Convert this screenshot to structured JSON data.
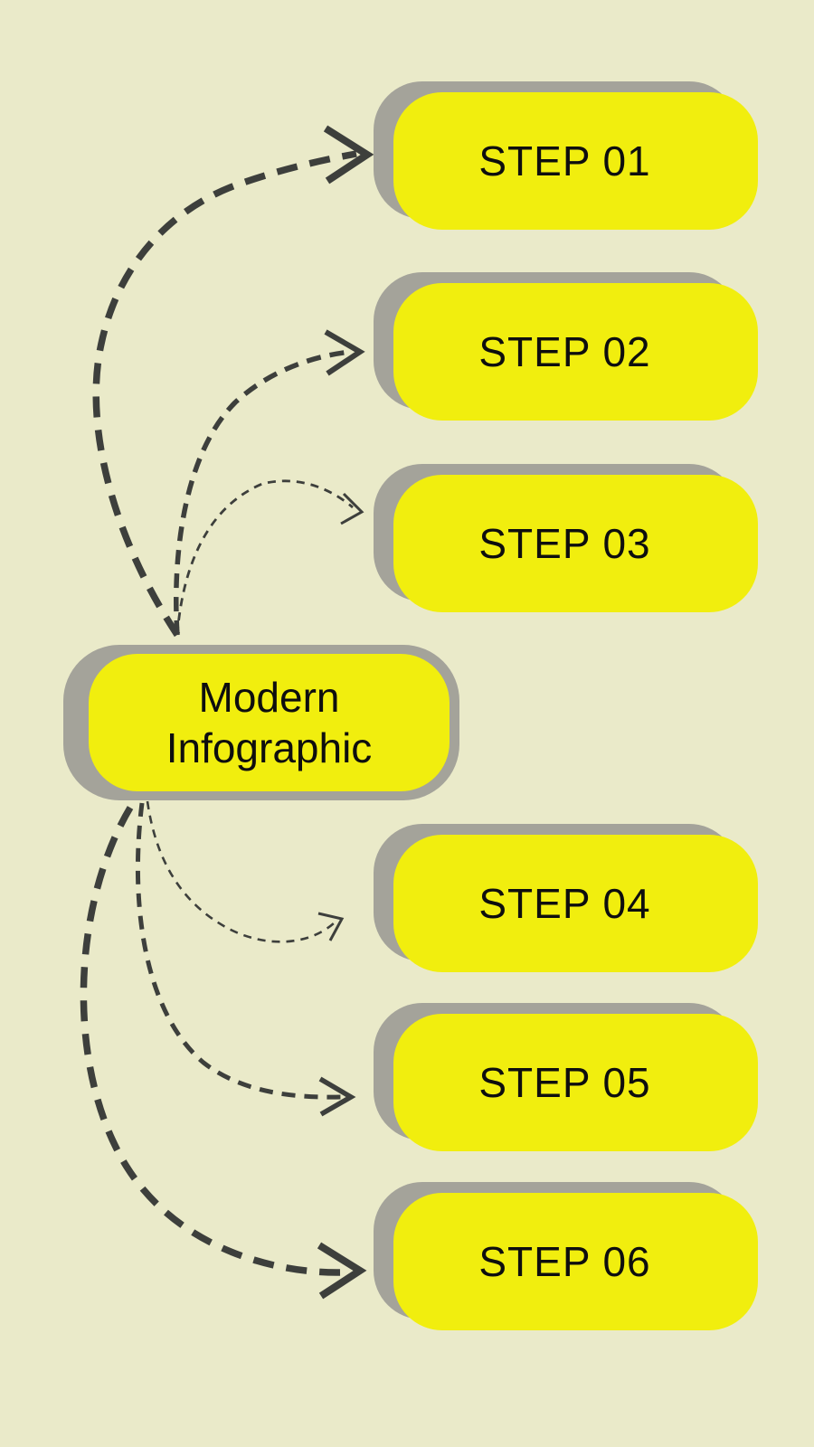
{
  "canvas": {
    "bg_color": "#eaeac9"
  },
  "palette": {
    "box_yellow": "#f1ee0e",
    "shadow_gray": "#a4a39a",
    "arrow_dark": "#3d3f3c",
    "text_black": "#0e0e0e"
  },
  "center_node": {
    "lines": [
      "Modern",
      "Infographic"
    ]
  },
  "steps": [
    {
      "label": "STEP 01"
    },
    {
      "label": "STEP 02"
    },
    {
      "label": "STEP 03"
    },
    {
      "label": "STEP 04"
    },
    {
      "label": "STEP 05"
    },
    {
      "label": "STEP 06"
    }
  ],
  "arrows": [
    {
      "from": "center-node",
      "to": "step-01",
      "style": "thick-dashed"
    },
    {
      "from": "center-node",
      "to": "step-02",
      "style": "medium-dashed"
    },
    {
      "from": "center-node",
      "to": "step-03",
      "style": "thin-dashed"
    },
    {
      "from": "center-node",
      "to": "step-04",
      "style": "thin-dashed"
    },
    {
      "from": "center-node",
      "to": "step-05",
      "style": "medium-dashed"
    },
    {
      "from": "center-node",
      "to": "step-06",
      "style": "thick-dashed"
    }
  ]
}
